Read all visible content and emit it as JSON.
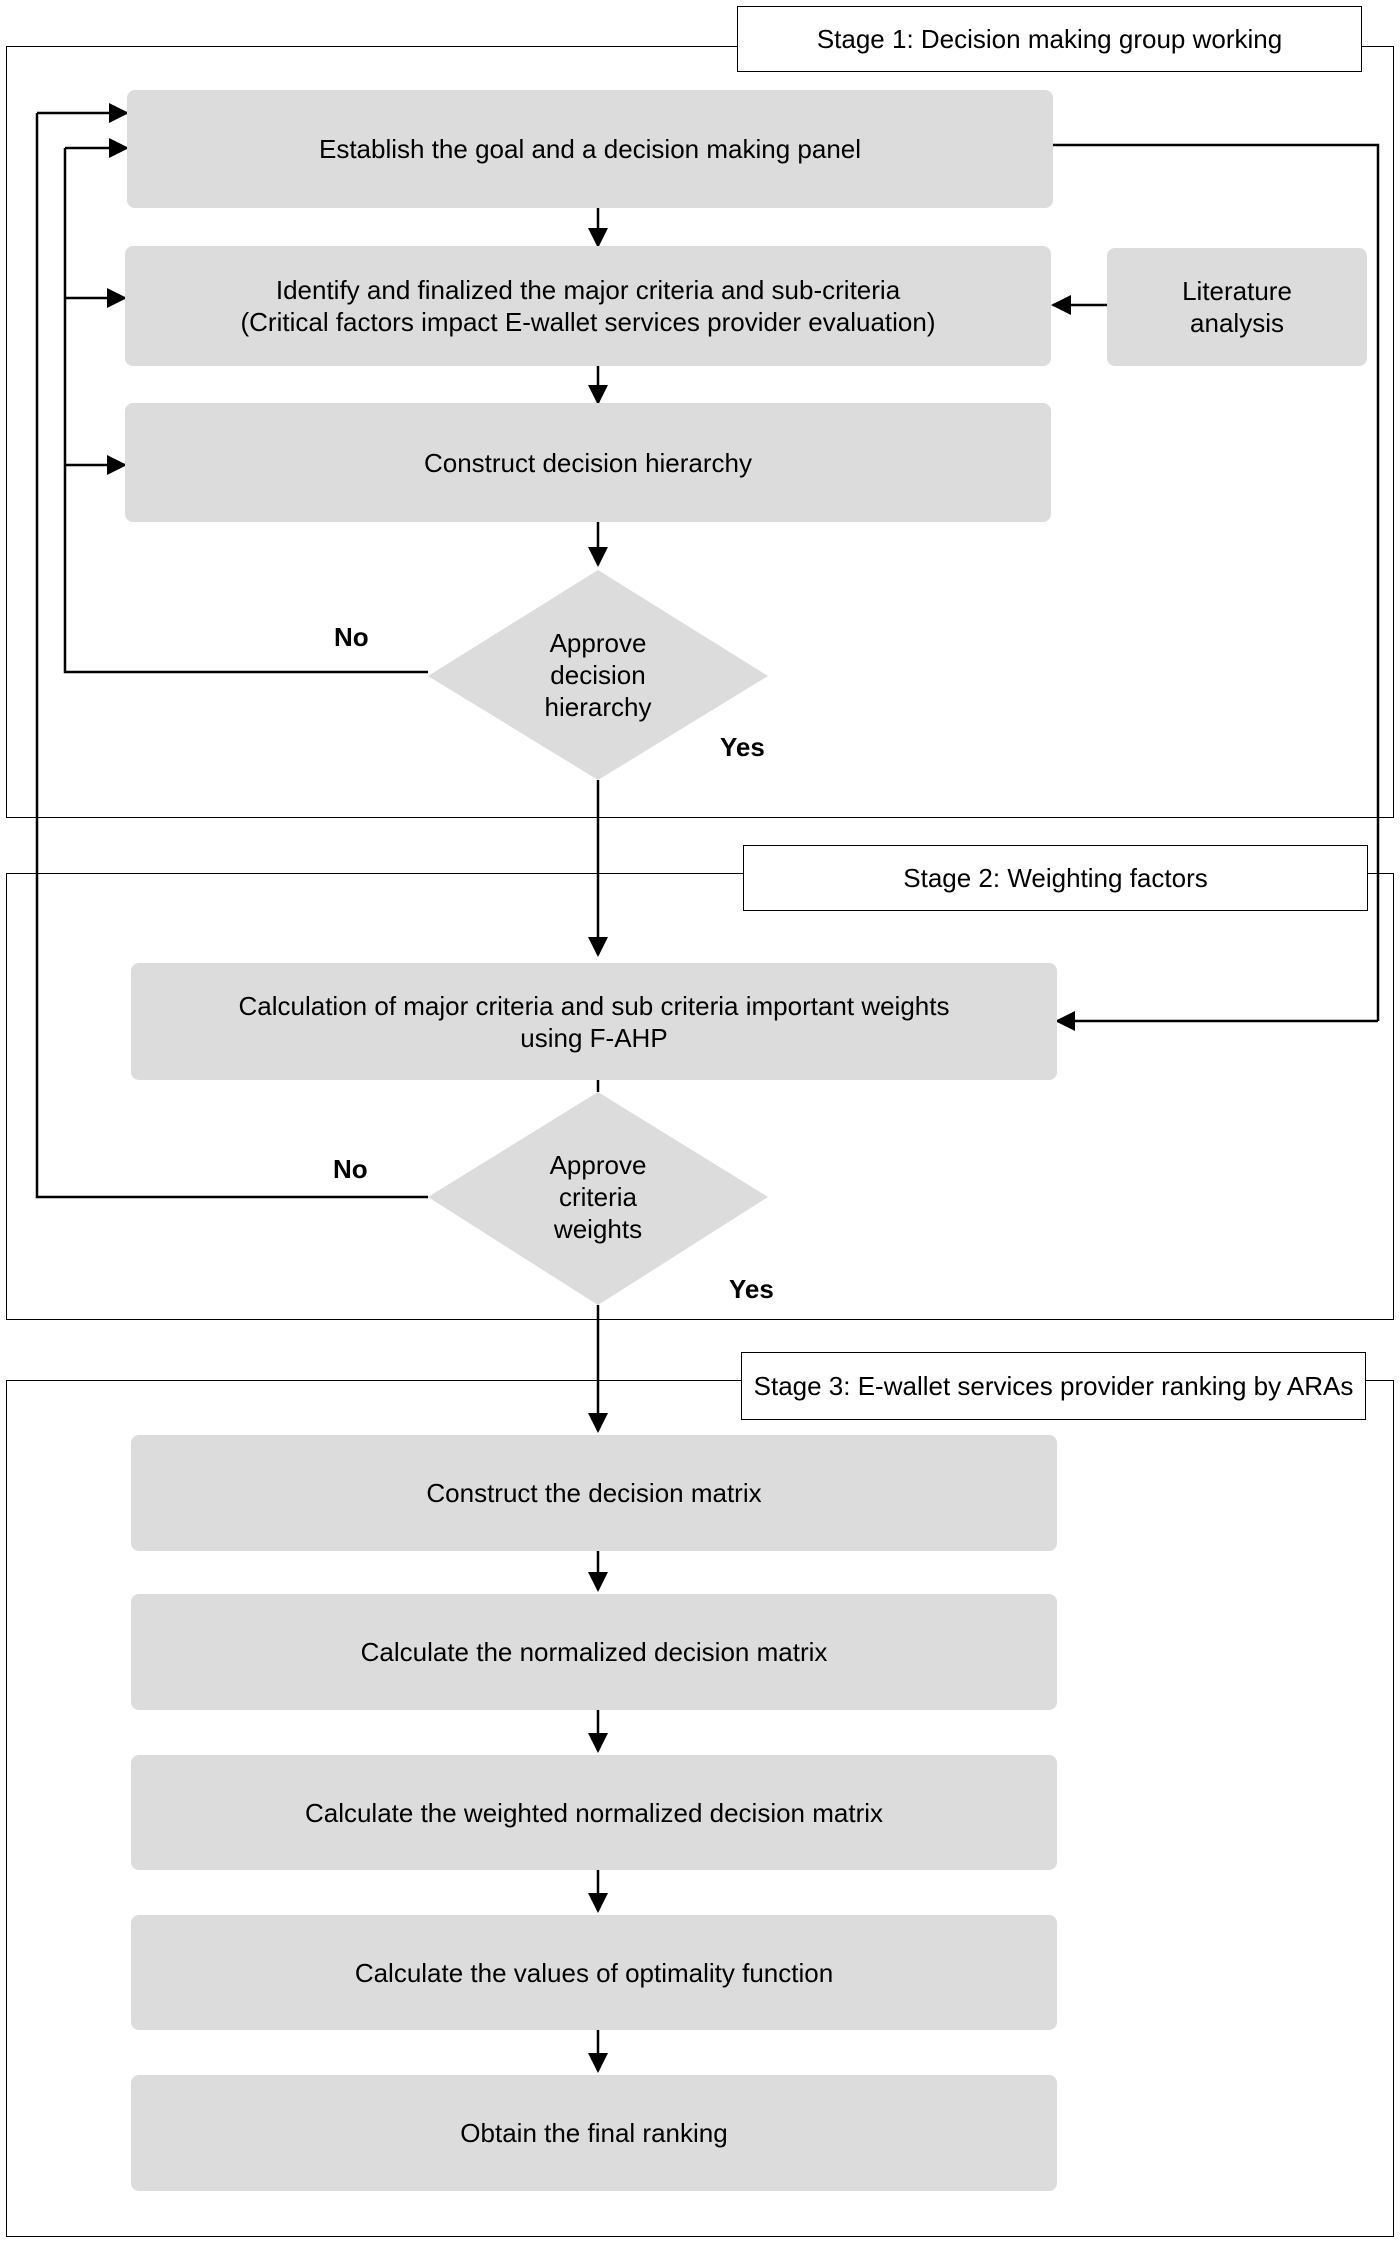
{
  "stages": {
    "stage1": "Stage 1: Decision making group working",
    "stage2": "Stage 2: Weighting factors",
    "stage3": "Stage 3: E-wallet services provider ranking by ARAs"
  },
  "boxes": {
    "establish_goal": "Establish the goal and a decision making panel",
    "identify_criteria_line1": "Identify and finalized the major criteria and sub-criteria",
    "identify_criteria_line2": "(Critical factors impact E-wallet services provider evaluation)",
    "literature_analysis": "Literature analysis",
    "construct_hierarchy": "Construct decision hierarchy",
    "calc_weights_line1": "Calculation of major criteria and sub criteria important weights",
    "calc_weights_line2": "using F-AHP",
    "construct_matrix": "Construct the decision matrix",
    "normalized_matrix": "Calculate the normalized decision matrix",
    "weighted_matrix": "Calculate the weighted normalized decision matrix",
    "optimality_values": "Calculate the values of optimality function",
    "final_ranking": "Obtain the final ranking"
  },
  "decisions": {
    "approve_hierarchy": "Approve decision hierarchy",
    "approve_weights": "Approve criteria weights"
  },
  "branch_labels": {
    "no_1": "No",
    "yes_1": "Yes",
    "no_2": "No",
    "yes_2": "Yes"
  },
  "colors": {
    "box_fill": "#dcdcdc",
    "line": "#000000"
  }
}
